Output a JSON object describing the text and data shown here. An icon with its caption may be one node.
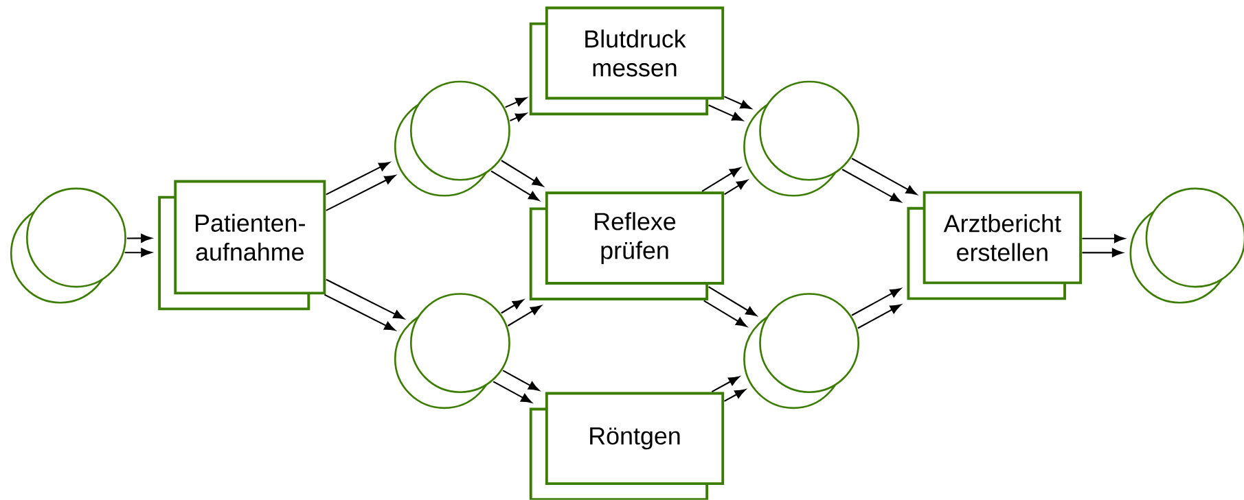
{
  "diagram": {
    "nodes": [
      {
        "text": [],
        "shape": "circle"
      },
      {
        "text": [
          "Patienten- aufnahme"
        ]
      },
      {
        "text": [],
        "shape": "circle"
      },
      {
        "text": [],
        "shape": "circle"
      },
      {
        "text": [
          "Blutdruck messen"
        ]
      },
      {
        "text": [
          "Reflexe prüfen"
        ]
      },
      {
        "text": [
          "Röntgen"
        ]
      },
      {
        "text": [],
        "shape": "circle"
      },
      {
        "text": [],
        "shape": "circle"
      },
      {
        "text": [
          "Arztbericht erstellen"
        ]
      },
      {
        "text": [],
        "shape": "circle"
      }
    ],
    "edges": [
      {
        "from": 0,
        "to": 1,
        "arrow": "to"
      },
      {
        "from": 0,
        "to": 1,
        "arrow": "to"
      },
      {
        "from": 1,
        "to": 2,
        "arrow": "to"
      },
      {
        "from": 1,
        "to": 2,
        "arrow": "to"
      },
      {
        "from": 1,
        "to": 3,
        "arrow": "to"
      },
      {
        "from": 1,
        "to": 3,
        "arrow": "to"
      },
      {
        "from": 2,
        "to": 4,
        "arrow": "to"
      },
      {
        "from": 2,
        "to": 4,
        "arrow": "to"
      },
      {
        "from": 2,
        "to": 5,
        "arrow": "to"
      },
      {
        "from": 2,
        "to": 5,
        "arrow": "to"
      },
      {
        "from": 3,
        "to": 5,
        "arrow": "to"
      },
      {
        "from": 3,
        "to": 5,
        "arrow": "to"
      },
      {
        "from": 3,
        "to": 6,
        "arrow": "to"
      },
      {
        "from": 3,
        "to": 6,
        "arrow": "to"
      },
      {
        "from": 4,
        "to": 7,
        "arrow": "to"
      },
      {
        "from": 4,
        "to": 7,
        "arrow": "to"
      },
      {
        "from": 5,
        "to": 7,
        "arrow": "to"
      },
      {
        "from": 5,
        "to": 7,
        "arrow": "to"
      },
      {
        "from": 5,
        "to": 8,
        "arrow": "to"
      },
      {
        "from": 5,
        "to": 8,
        "arrow": "to"
      },
      {
        "from": 6,
        "to": 8,
        "arrow": "to"
      },
      {
        "from": 6,
        "to": 8,
        "arrow": "to"
      },
      {
        "from": 7,
        "to": 9,
        "arrow": "to"
      },
      {
        "from": 7,
        "to": 9,
        "arrow": "to"
      },
      {
        "from": 8,
        "to": 9,
        "arrow": "to"
      },
      {
        "from": 8,
        "to": 9,
        "arrow": "to"
      },
      {
        "from": 9,
        "to": 10,
        "arrow": "to"
      },
      {
        "from": 9,
        "to": 10,
        "arrow": "to"
      }
    ]
  }
}
